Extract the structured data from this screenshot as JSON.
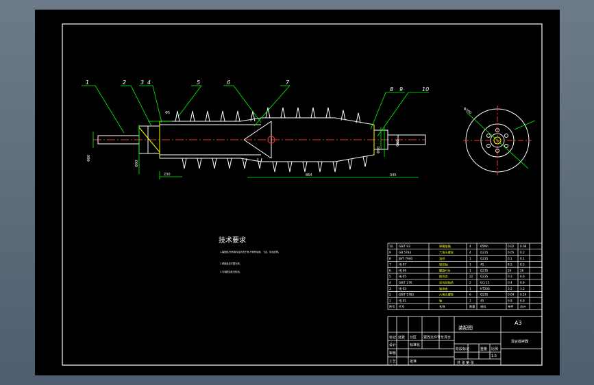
{
  "drawing": {
    "title_block_heading": "技术要求",
    "format": "A3",
    "drawing_name": "装配图",
    "part_name": "混合搅拌器",
    "scale": "1:5"
  },
  "dimensions": {
    "flight_pitch": "Φ5",
    "left_dia": "Φ80",
    "left_shaft_dia": "Φ90",
    "hub_len": "230",
    "main_len": "864",
    "right_len": "345",
    "right_dia": "Φ90",
    "right_shaft_dia": "Φ60",
    "flange_dia": "Φ300"
  },
  "balloons": [
    "1",
    "2",
    "3",
    "4",
    "5",
    "6",
    "7",
    "8",
    "9",
    "10"
  ],
  "tech_notes": [
    "1.装配前,所有零件应清洗干净,不得有毛刺、飞边、氧化皮等。",
    "2.焊接处应平整光滑。",
    "3.与轴配合处无松动。"
  ],
  "bom_rows": [
    [
      "10",
      "GB/T 93",
      "弹簧垫圈",
      "4",
      "65Mn",
      "0.02",
      "0.08"
    ],
    [
      "9",
      "GB 5783",
      "六角头螺栓",
      "4",
      "Q235",
      "0.05",
      "0.2"
    ],
    [
      "8",
      "JB/T 7940",
      "油杯",
      "1",
      "Q235",
      "0.1",
      "0.1"
    ],
    [
      "7",
      "HJ-07",
      "锥形轴",
      "1",
      "45",
      "8.5",
      "8.5"
    ],
    [
      "6",
      "HJ-06",
      "螺旋叶片",
      "1",
      "Q235",
      "26",
      "26"
    ],
    [
      "5",
      "HJ-05",
      "搅拌齿",
      "22",
      "Q235",
      "0.3",
      "6.6"
    ],
    [
      "4",
      "GB/T 276",
      "深沟球轴承",
      "2",
      "GCr15",
      "0.4",
      "0.8"
    ],
    [
      "3",
      "HJ-03",
      "轴承座",
      "1",
      "HT200",
      "3.2",
      "3.2"
    ],
    [
      "2",
      "GB/T 5783",
      "六角头螺栓",
      "6",
      "Q235",
      "0.04",
      "0.24"
    ],
    [
      "1",
      "HJ-01",
      "轴",
      "1",
      "45",
      "6.8",
      "6.8"
    ]
  ],
  "bom_header": [
    "序号",
    "代号",
    "名称",
    "数量",
    "材料",
    "单件",
    "总计"
  ],
  "title_labels": {
    "mark": "标记",
    "count": "处数",
    "zone": "分区",
    "change_no": "更改文件号",
    "sign": "签名",
    "date": "年月日",
    "design": "设计",
    "std": "标准化",
    "stage": "阶段标记",
    "weight": "重量",
    "ratio": "比例",
    "check": "审核",
    "process": "工艺",
    "approve": "批准",
    "sheets": "共 张 第 张"
  }
}
